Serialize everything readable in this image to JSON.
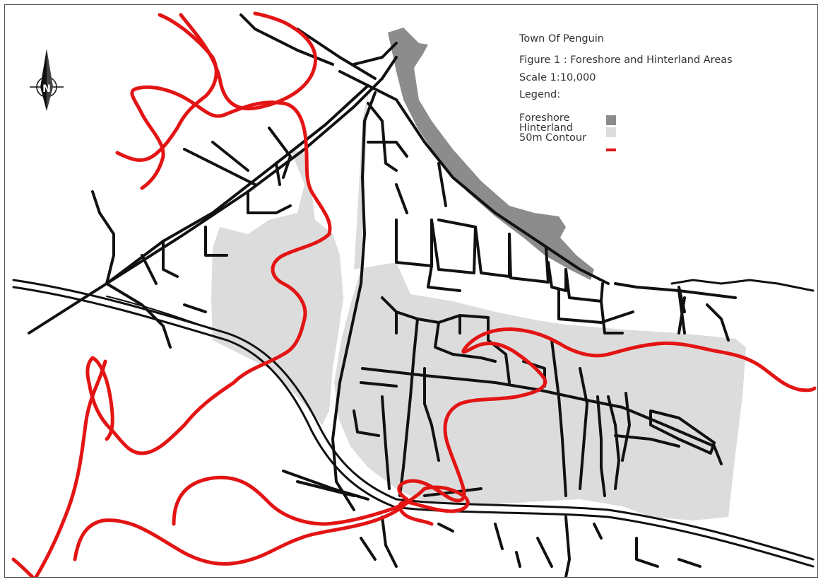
{
  "map": {
    "title": "Town Of Penguin",
    "figure": "Figure 1 : Foreshore and Hinterland Areas",
    "scale": "Scale 1:10,000",
    "legend_heading": "Legend:",
    "legend": [
      {
        "label": "Foreshore",
        "color": "#8c8c8c"
      },
      {
        "label": "Hinterland",
        "color": "#dcdcdc"
      },
      {
        "label": "50m Contour",
        "color": "#e31414"
      }
    ],
    "north_label": "N",
    "north_icon": "north-arrow-icon"
  },
  "colors": {
    "road": "#111111",
    "foreshore": "#8c8c8c",
    "hinterland": "#dcdcdc",
    "contour": "#e31414",
    "frame": "#555555"
  }
}
